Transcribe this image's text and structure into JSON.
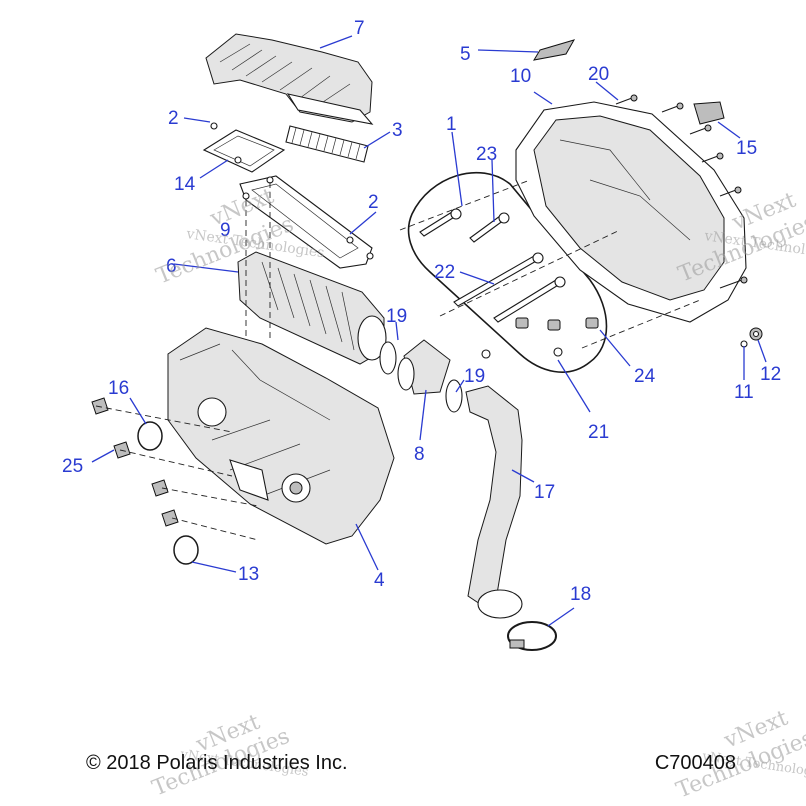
{
  "callouts": [
    {
      "id": "c1",
      "label": "1"
    },
    {
      "id": "c2a",
      "label": "2"
    },
    {
      "id": "c2b",
      "label": "2"
    },
    {
      "id": "c3",
      "label": "3"
    },
    {
      "id": "c4",
      "label": "4"
    },
    {
      "id": "c5",
      "label": "5"
    },
    {
      "id": "c6",
      "label": "6"
    },
    {
      "id": "c7",
      "label": "7"
    },
    {
      "id": "c8",
      "label": "8"
    },
    {
      "id": "c9",
      "label": "9"
    },
    {
      "id": "c10",
      "label": "10"
    },
    {
      "id": "c11",
      "label": "11"
    },
    {
      "id": "c12",
      "label": "12"
    },
    {
      "id": "c13",
      "label": "13"
    },
    {
      "id": "c14",
      "label": "14"
    },
    {
      "id": "c15",
      "label": "15"
    },
    {
      "id": "c16",
      "label": "16"
    },
    {
      "id": "c17",
      "label": "17"
    },
    {
      "id": "c18",
      "label": "18"
    },
    {
      "id": "c19a",
      "label": "19"
    },
    {
      "id": "c19b",
      "label": "19"
    },
    {
      "id": "c20",
      "label": "20"
    },
    {
      "id": "c21",
      "label": "21"
    },
    {
      "id": "c22",
      "label": "22"
    },
    {
      "id": "c23",
      "label": "23"
    },
    {
      "id": "c24",
      "label": "24"
    },
    {
      "id": "c25",
      "label": "25"
    }
  ],
  "watermark": {
    "line1": "vNext",
    "line2": "Technologies",
    "combined": "vNext Technologies"
  },
  "footer": {
    "copyright": "© 2018 Polaris Industries Inc.",
    "diagram_id": "C700408"
  },
  "colors": {
    "callout": "#2a3bd1",
    "line": "#1a1a1a",
    "watermark": "#9a9a9a"
  }
}
